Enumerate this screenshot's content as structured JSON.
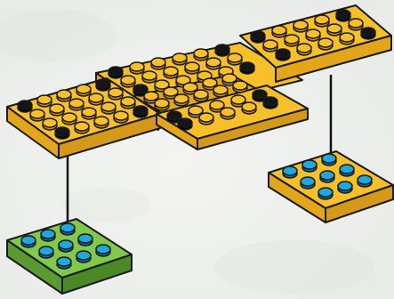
{
  "colors": {
    "background": "#eef0ed",
    "outline": "#1a1a1a",
    "yellow_top": "#f7c02a",
    "yellow_side": "#e3a51a",
    "yellow_dark": "#c98c12",
    "stud_black": "#151515",
    "green_top": "#82c84a",
    "green_side": "#5a9a30",
    "blue_stud": "#1fa8e0",
    "blue_stud_side": "#0c6ea0",
    "connector": "#111111"
  },
  "parts": {
    "main_assembly": {
      "color": "yellow",
      "stud_rows_visible": 4,
      "black_studs": "corners"
    },
    "left_plate": {
      "color": "green",
      "studs": "3x3",
      "stud_color": "blue"
    },
    "right_plate": {
      "color": "yellow",
      "studs": "3x3",
      "stud_color": "blue"
    }
  },
  "connectors": [
    {
      "from": "main_assembly",
      "to": "left_plate"
    },
    {
      "from": "main_assembly",
      "to": "right_plate"
    }
  ]
}
